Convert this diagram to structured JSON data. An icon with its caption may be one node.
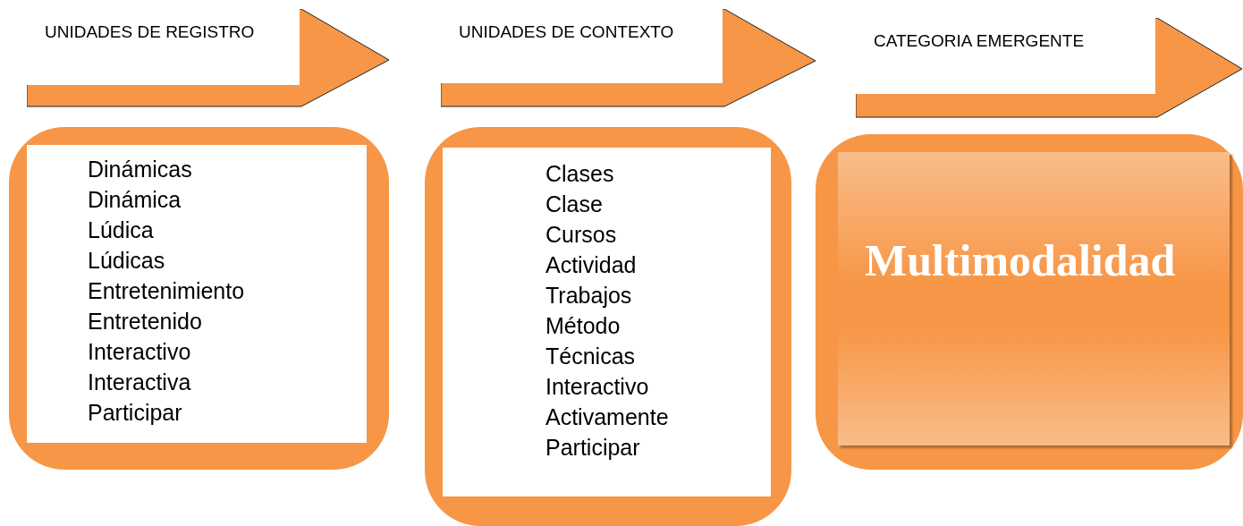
{
  "diagram": {
    "nodes": [
      {
        "text": [
          "UNIDADES DE REGISTRO"
        ]
      },
      {
        "text": [
          "UNIDADES DE CONTEXTO"
        ]
      },
      {
        "text": [
          "CATEGORIA EMERGENTE"
        ]
      },
      {
        "text": [
          "Dinámicas",
          "Dinámica",
          "Lúdica",
          "Lúdicas",
          "Entretenimiento",
          "Entretenido",
          "Interactivo",
          "Interactiva",
          "Participar"
        ]
      },
      {
        "text": [
          "Clases",
          "Clase",
          "Cursos",
          "Actividad",
          "Trabajos",
          "Método",
          "Técnicas",
          "Interactivo",
          "Activamente",
          "Participar"
        ]
      },
      {
        "text": [
          "Multimodalidad"
        ]
      }
    ],
    "edges": []
  }
}
